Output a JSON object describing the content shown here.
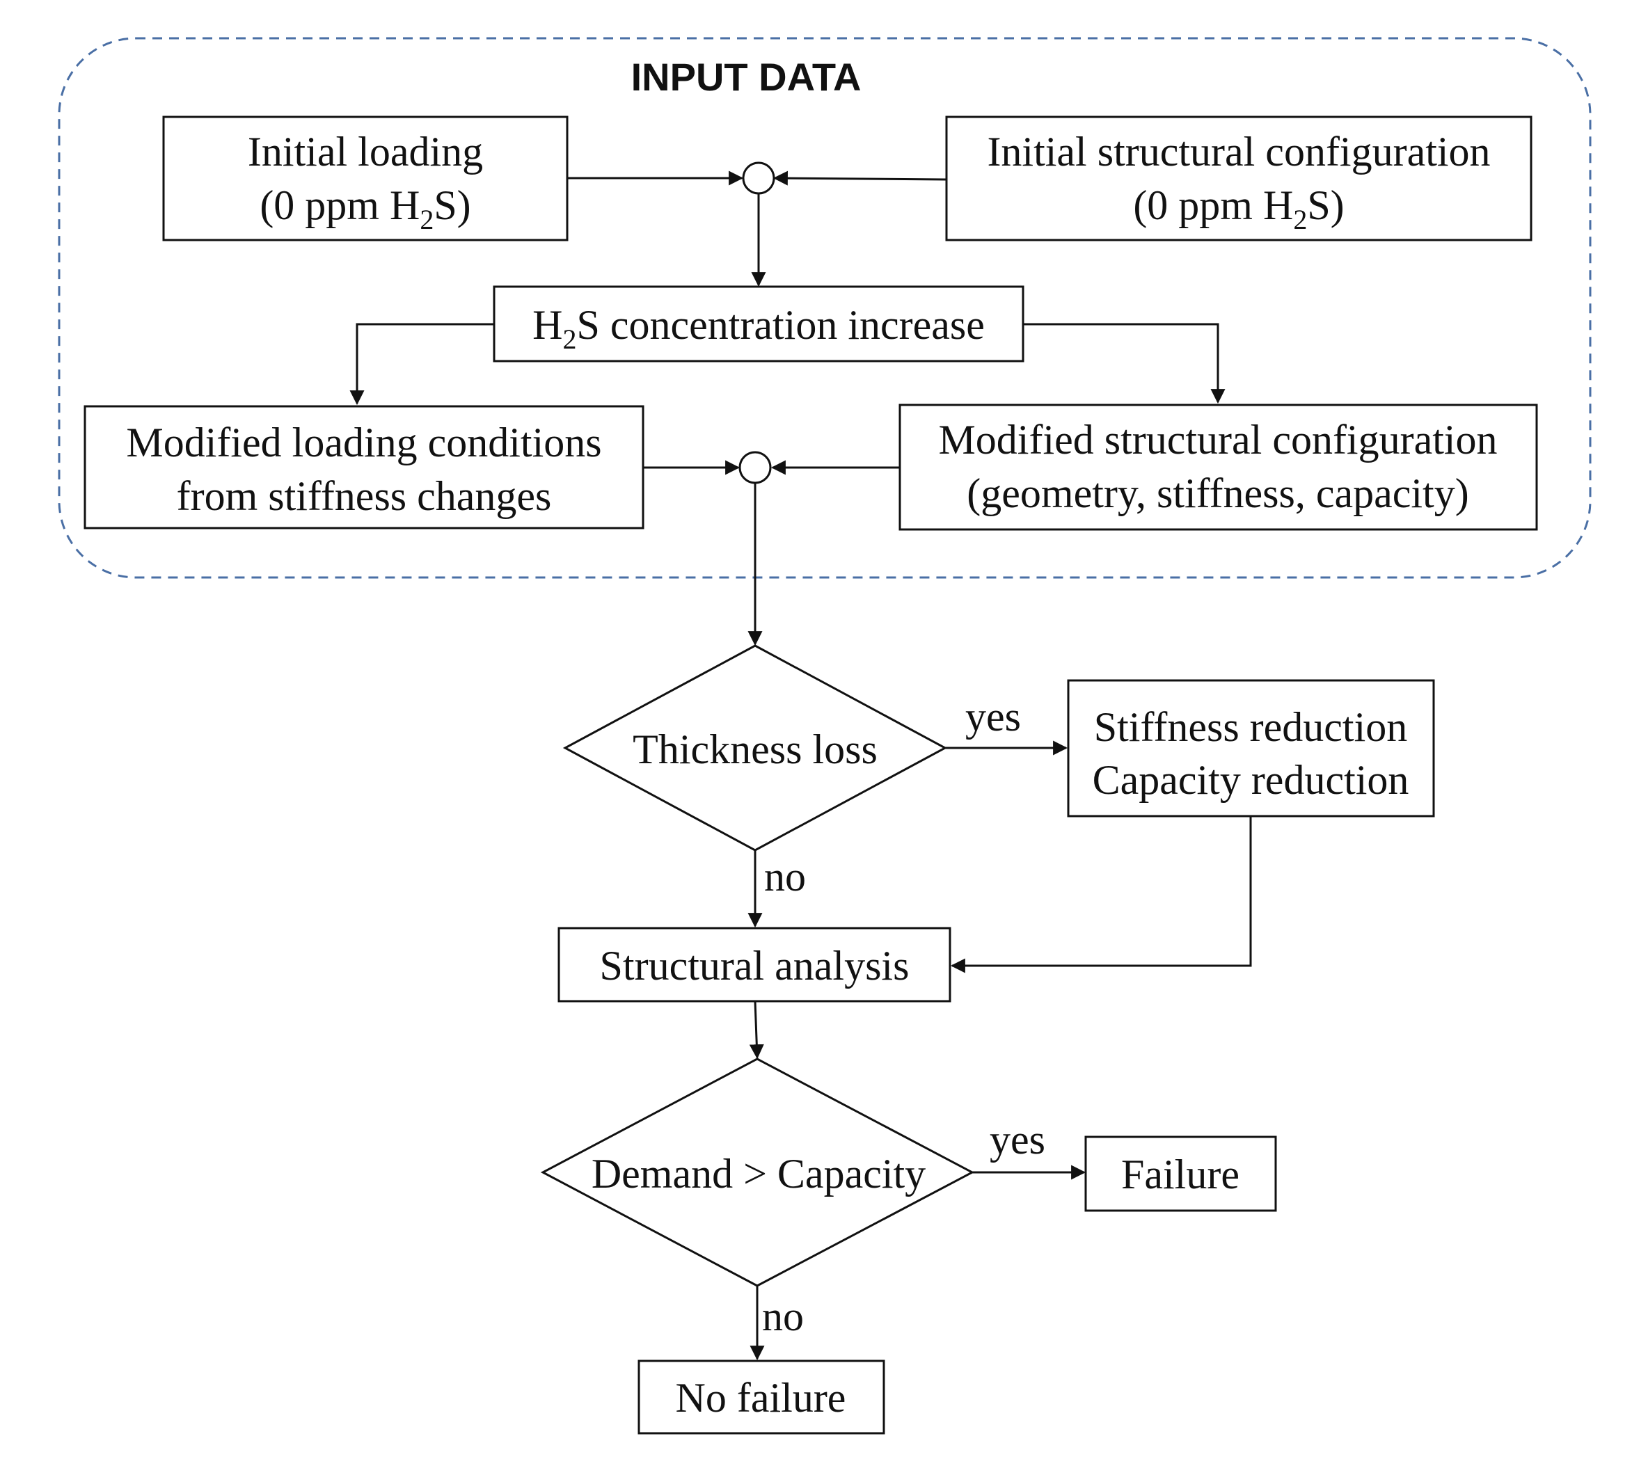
{
  "diagram": {
    "group_title": "INPUT DATA",
    "colors": {
      "line": "#111111",
      "group_border": "#4a6fa5",
      "background": "#ffffff"
    },
    "nodes": {
      "initial_loading": {
        "line1": "Initial loading",
        "line2_pre": "(0 ppm H",
        "line2_sub": "2",
        "line2_post": "S)"
      },
      "initial_structural": {
        "line1": "Initial structural configuration",
        "line2_pre": "(0 ppm H",
        "line2_sub": "2",
        "line2_post": "S)"
      },
      "h2s_increase": {
        "pre": "H",
        "sub": "2",
        "post": "S concentration increase"
      },
      "modified_loading": {
        "line1": "Modified loading conditions",
        "line2": "from stiffness changes"
      },
      "modified_structural": {
        "line1": "Modified structural configuration",
        "line2": "(geometry, stiffness, capacity)"
      },
      "thickness_loss": {
        "label": "Thickness loss"
      },
      "reduction": {
        "line1": "Stiffness reduction",
        "line2": "Capacity reduction"
      },
      "structural_analysis": {
        "label": "Structural analysis"
      },
      "demand_capacity": {
        "label": "Demand > Capacity"
      },
      "failure": {
        "label": "Failure"
      },
      "no_failure": {
        "label": "No failure"
      }
    },
    "edge_labels": {
      "thickness_yes": "yes",
      "thickness_no": "no",
      "demand_yes": "yes",
      "demand_no": "no"
    }
  }
}
